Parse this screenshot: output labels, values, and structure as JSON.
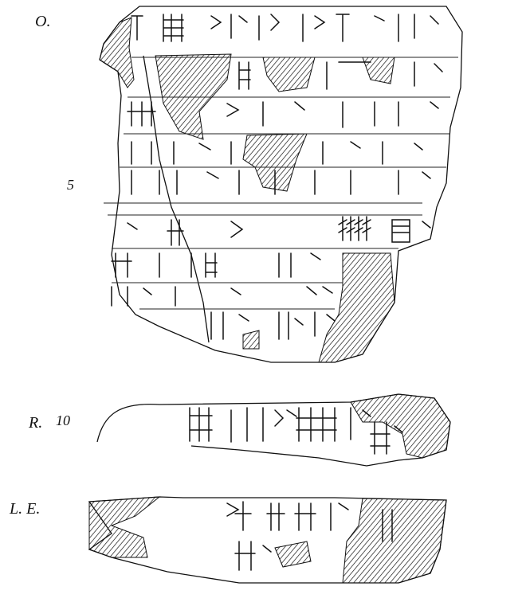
{
  "faces": {
    "obverse": {
      "label": "O."
    },
    "reverse": {
      "label": "R."
    },
    "left_edge": {
      "label": "L. E."
    }
  },
  "line_numbers": {
    "line_5": "5",
    "line_10": "10"
  },
  "colors": {
    "ink": "#111111",
    "background": "#ffffff"
  }
}
